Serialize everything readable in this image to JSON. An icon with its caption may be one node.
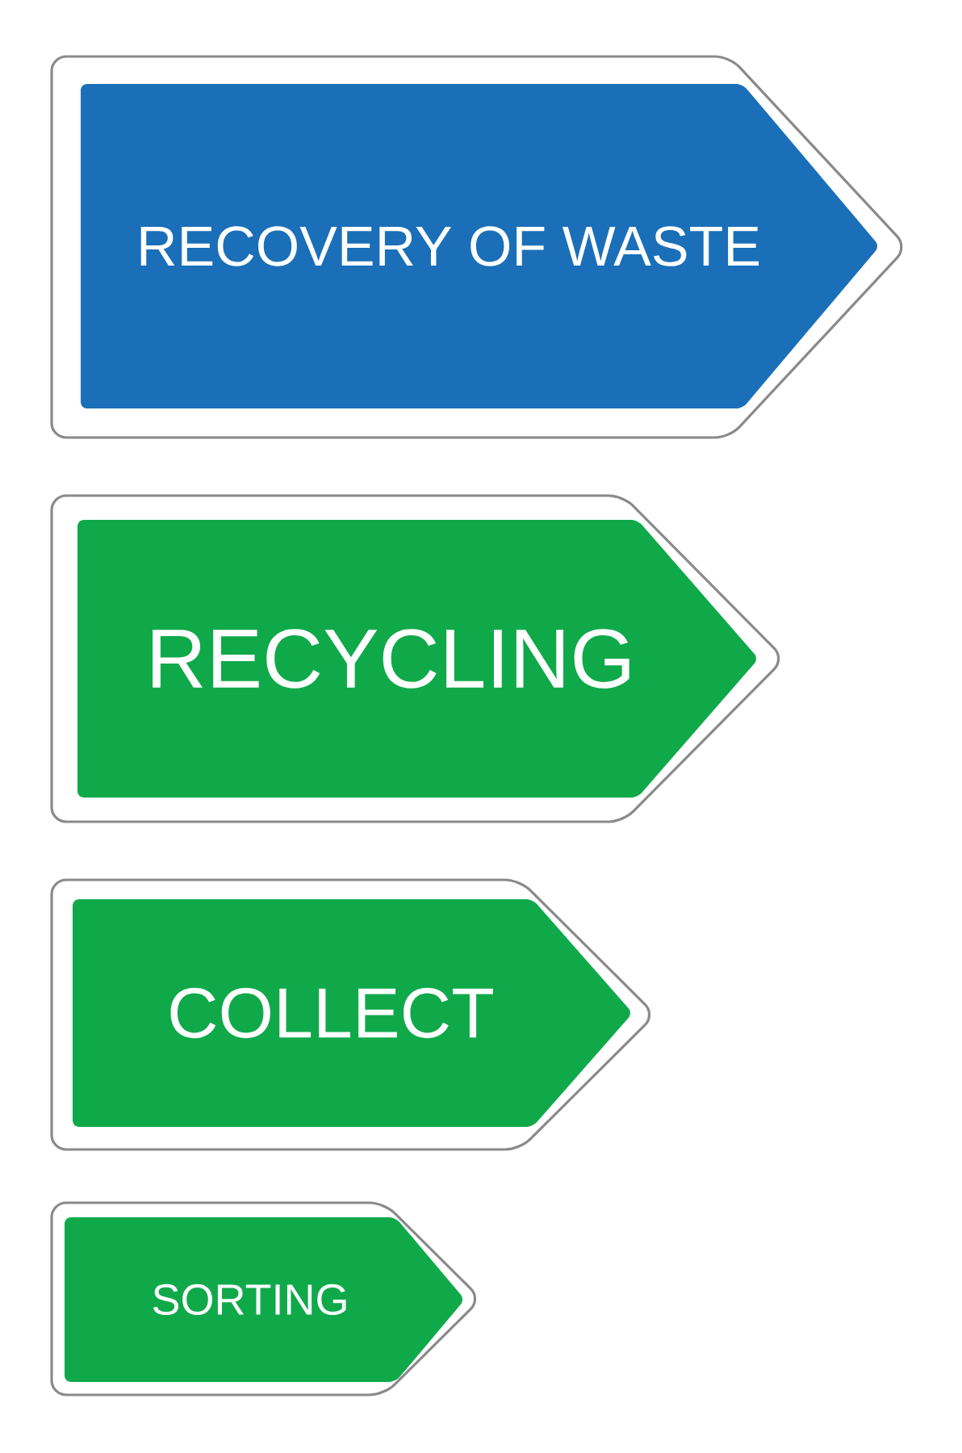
{
  "diagram": {
    "nodes": [
      {
        "text": [
          "RECOVERY OF WASTE"
        ]
      },
      {
        "text": [
          "RECYCLING"
        ]
      },
      {
        "text": [
          "COLLECT"
        ]
      },
      {
        "text": [
          "SORTING"
        ]
      }
    ]
  }
}
